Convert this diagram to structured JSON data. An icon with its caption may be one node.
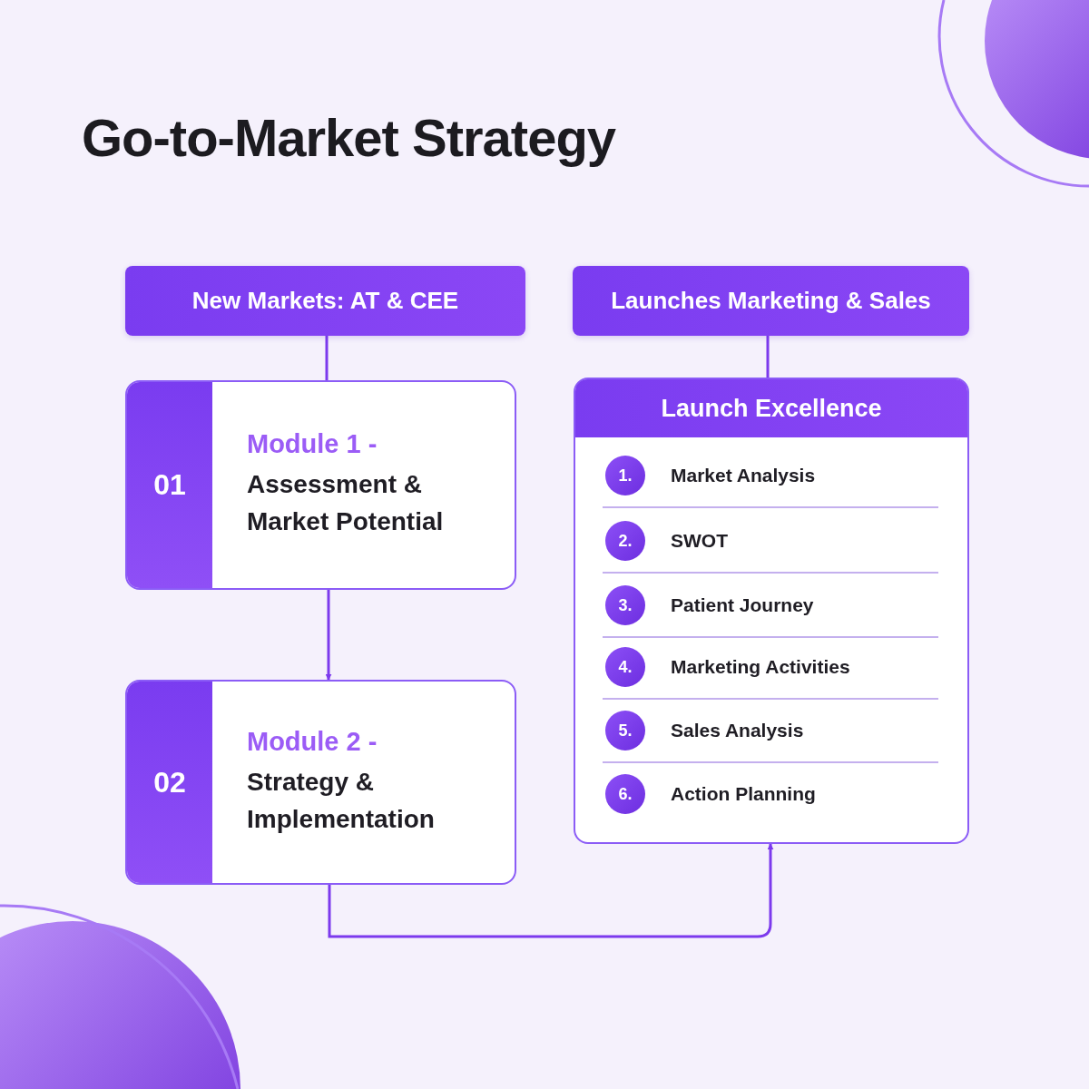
{
  "diagram": {
    "title": "Go-to-Market Strategy",
    "nodes": [
      {
        "text": [
          "New Markets: AT & CEE"
        ]
      },
      {
        "text": [
          "01",
          "Module 1 -",
          "Assessment & Market Potential"
        ]
      },
      {
        "text": [
          "02",
          "Module 2 -",
          "Strategy & Implementation"
        ]
      },
      {
        "text": [
          "Launches Marketing & Sales"
        ]
      },
      {
        "text": [
          "Launch Excellence"
        ]
      },
      {
        "text": [
          "1.",
          "Market Analysis"
        ],
        "in": 4
      },
      {
        "text": [
          "2.",
          "SWOT"
        ],
        "in": 4
      },
      {
        "text": [
          "3.",
          "Patient Journey"
        ],
        "in": 4
      },
      {
        "text": [
          "4.",
          "Marketing Activities"
        ],
        "in": 4
      },
      {
        "text": [
          "5.",
          "Sales Analysis"
        ],
        "in": 4
      },
      {
        "text": [
          "6.",
          "Action Planning"
        ],
        "in": 4
      }
    ],
    "edges": [
      {
        "from": 0,
        "to": 1,
        "arrow": "none"
      },
      {
        "from": 1,
        "to": 2,
        "arrow": "to"
      },
      {
        "from": 3,
        "to": 4,
        "arrow": "none"
      },
      {
        "from": 2,
        "to": 4,
        "arrow": "to"
      }
    ]
  }
}
